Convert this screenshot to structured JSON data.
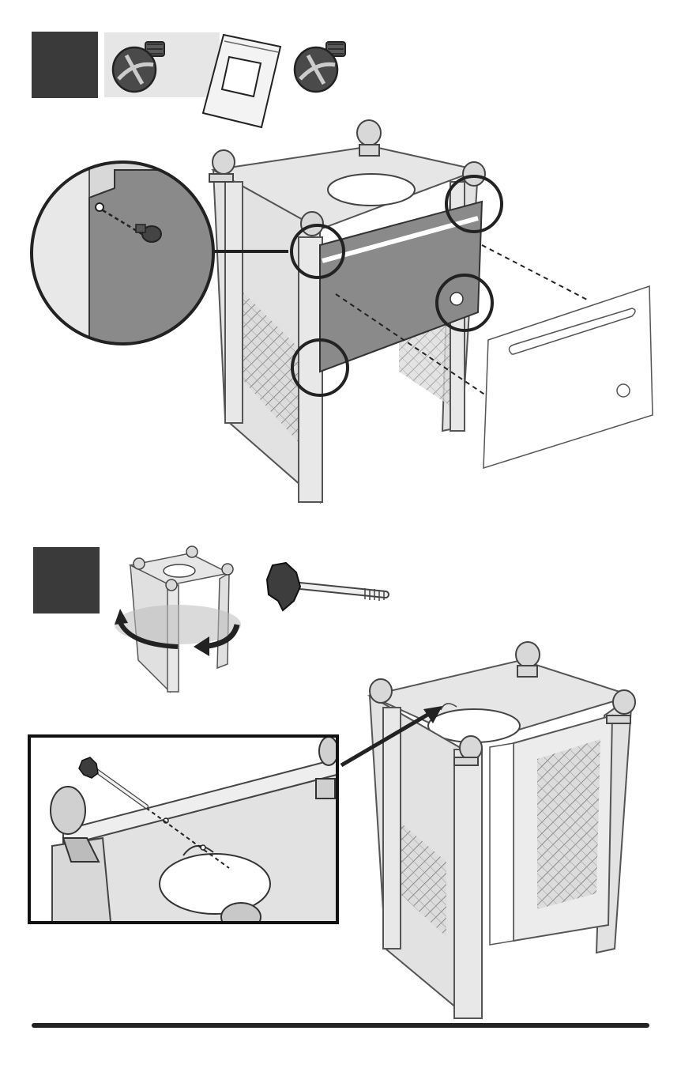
{
  "page": {
    "kind": "assembly-instructions",
    "steps": [
      {
        "parts": [
          "screw-icon",
          "parts-bag-icon",
          "screw-icon"
        ],
        "scene": "cart-frame-with-front-panel"
      },
      {
        "parts": [
          "star-knob-bolt-icon"
        ],
        "scene": "cart-frame-rotated-with-knob-insert"
      }
    ]
  },
  "colors": {
    "step_box": "#3a3a3a",
    "line": "#4a4a4a",
    "metal": "#e2e2e2",
    "panel_dark": "#8a8a8a",
    "parts_bg": "#e6e6e6",
    "ground": "#d9d9d9"
  }
}
